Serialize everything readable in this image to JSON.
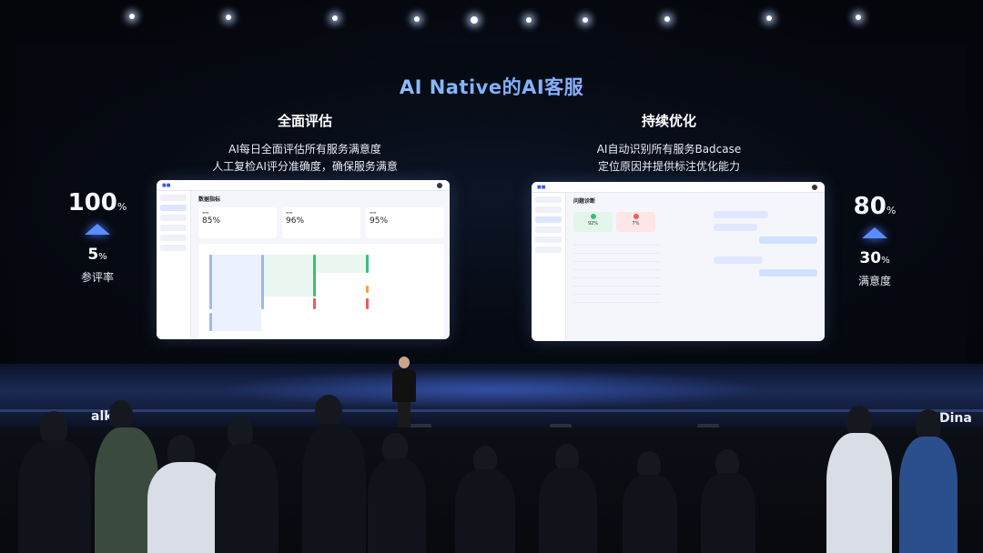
{
  "slide": {
    "title": "AI Native的AI客服",
    "left": {
      "heading": "全面评估",
      "line1": "AI每日全面评估所有服务满意度",
      "line2": "人工复检AI评分准确度，确保服务满意"
    },
    "right": {
      "heading": "持续优化",
      "line1": "AI自动识别所有服务Badcase",
      "line2": "定位原因并提供标注优化能力"
    }
  },
  "stats": {
    "left": {
      "big": "100",
      "big_unit": "%",
      "mid": "5",
      "mid_unit": "%",
      "label": "参评率"
    },
    "right": {
      "big": "80",
      "big_unit": "%",
      "mid": "30",
      "mid_unit": "%",
      "label": "满意度"
    }
  },
  "left_panel": {
    "page_title": "数据指标",
    "kpis": [
      "85%",
      "96%",
      "95%"
    ]
  },
  "right_panel": {
    "page_title": "问题诊断",
    "cards": [
      "92%",
      "7%"
    ]
  },
  "stage": {
    "brand_left": "alk",
    "brand_right": "Dina"
  },
  "colors": {
    "accent": "#5b8dff",
    "sankey_blue": "#9db8f5",
    "sankey_green": "#34c27a",
    "sankey_orange": "#f5a04a",
    "sankey_red": "#ef5b5b"
  }
}
